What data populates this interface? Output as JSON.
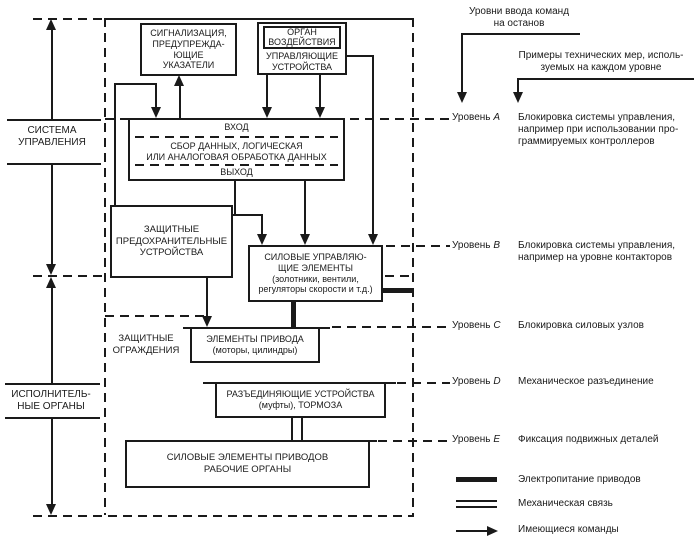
{
  "annotations": {
    "stop_levels": "Уровни ввода команд\nна останов",
    "examples": "Примеры технических мер, исполь-\nзуемых на каждом уровне"
  },
  "side": {
    "control_system": "СИСТЕМА\nУПРАВЛЕНИЯ",
    "actuators": "ИСПОЛНИТЕЛЬ-\nНЫЕ ОРГАНЫ"
  },
  "boxes": {
    "signal": "СИГНАЛИЗАЦИЯ,\nПРЕДУПРЕЖДА-\nЮЩИЕ\nУКАЗАТЕЛИ",
    "actuation_organ": "ОРГАН\nВОЗДЕЙСТВИЯ",
    "control_devices": "УПРАВЛЯЮЩИЕ\nУСТРОЙСТВА",
    "input": "ВХОД",
    "processing": "СБОР ДАННЫХ, ЛОГИЧЕСКАЯ\nИЛИ АНАЛОГОВАЯ ОБРАБОТКА ДАННЫХ",
    "output": "ВЫХОД",
    "protective_devices": "ЗАЩИТНЫЕ\nПРЕДОХРАНИТЕЛЬНЫЕ\nУСТРОЙСТВА",
    "power_control": "СИЛОВЫЕ УПРАВЛЯЮ-\nЩИЕ ЭЛЕМЕНТЫ\n(золотники, вентили,\nрегуляторы скорости и т.д.)",
    "guards": "ЗАЩИТНЫЕ\nОГРАЖДЕНИЯ",
    "drive_elements": "ЭЛЕМЕНТЫ ПРИВОДА\n(моторы, цилиндры)",
    "disconnectors": "РАЗЪЕДИНЯЮЩИЕ УСТРОЙСТВА\n(муфты), ТОРМОЗА",
    "power_drive_elements": "СИЛОВЫЕ ЭЛЕМЕНТЫ ПРИВОДОВ\nРАБОЧИЕ ОРГАНЫ"
  },
  "levels": [
    {
      "prefix": "Уровень",
      "letter": "A",
      "desc": "Блокировка системы управления,\nнапример при использовании про-\nграммируемых контроллеров"
    },
    {
      "prefix": "Уровень",
      "letter": "B",
      "desc": "Блокировка системы управления,\nнапример на уровне контакторов"
    },
    {
      "prefix": "Уровень",
      "letter": "C",
      "desc": "Блокировка силовых узлов"
    },
    {
      "prefix": "Уровень",
      "letter": "D",
      "desc": "Механическое разъединение"
    },
    {
      "prefix": "Уровень",
      "letter": "E",
      "desc": "Фиксация подвижных деталей"
    }
  ],
  "legend": [
    {
      "symbol": "thick-line",
      "label": "Электропитание приводов"
    },
    {
      "symbol": "double-line",
      "label": "Механическая связь"
    },
    {
      "symbol": "arrow",
      "label": "Имеющиеся команды"
    }
  ],
  "colors": {
    "ink": "#1a1a1a",
    "background": "#ffffff"
  }
}
